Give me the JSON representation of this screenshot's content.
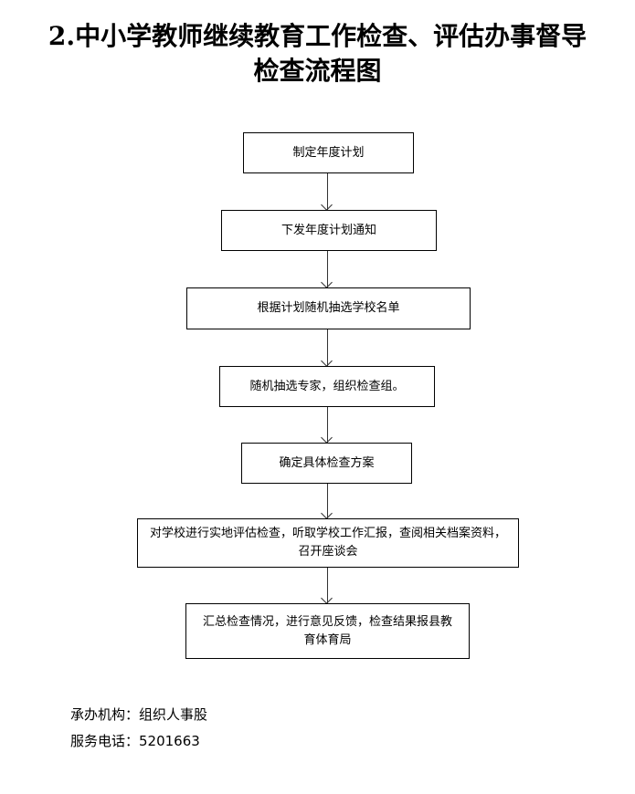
{
  "title": {
    "line1": "2.中小学教师继续教育工作检查、评估办事督导",
    "line2": "检查流程图"
  },
  "steps": [
    "制定年度计划",
    "下发年度计划通知",
    "根据计划随机抽选学校名单",
    "随机抽选专家，组织检查组。",
    "确定具体检查方案",
    "对学校进行实地评估检查，听取学校工作汇报，查阅相关档案资料，召开座谈会",
    "汇总检查情况，进行意见反馈，检查结果报县教育体育局"
  ],
  "footer": {
    "org": "承办机构：组织人事股",
    "phone": "服务电话：5201663"
  }
}
